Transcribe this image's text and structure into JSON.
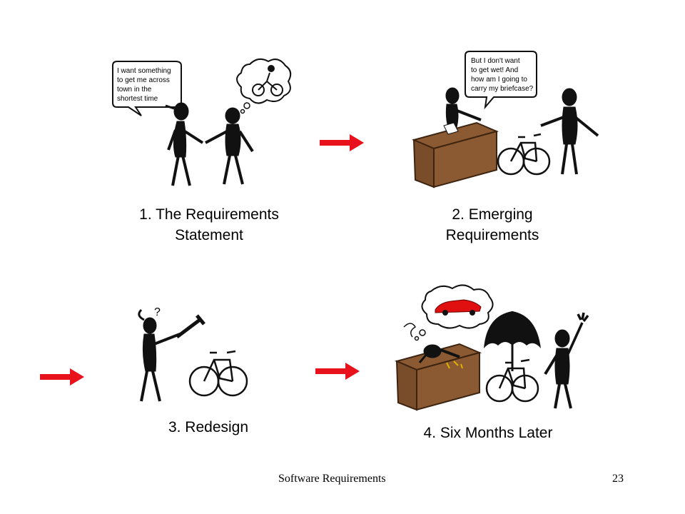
{
  "panels": [
    {
      "caption_line1": "1. The Requirements",
      "caption_line2": "Statement",
      "speech": [
        "I want something",
        "to get me across",
        "town in the",
        "shortest time"
      ]
    },
    {
      "caption_line1": "2. Emerging",
      "caption_line2": "Requirements",
      "speech": [
        "But I don't want",
        "to get wet! And",
        "how am I going to",
        "carry my briefcase?"
      ]
    },
    {
      "caption_line1": "3. Redesign"
    },
    {
      "caption_line1": "4. Six Months Later"
    }
  ],
  "footer": {
    "title": "Software Requirements",
    "page_number": "23"
  },
  "colors": {
    "arrow": "#e8121c",
    "desk": "#8b5a32",
    "car": "#e01010",
    "ink": "#111111"
  }
}
